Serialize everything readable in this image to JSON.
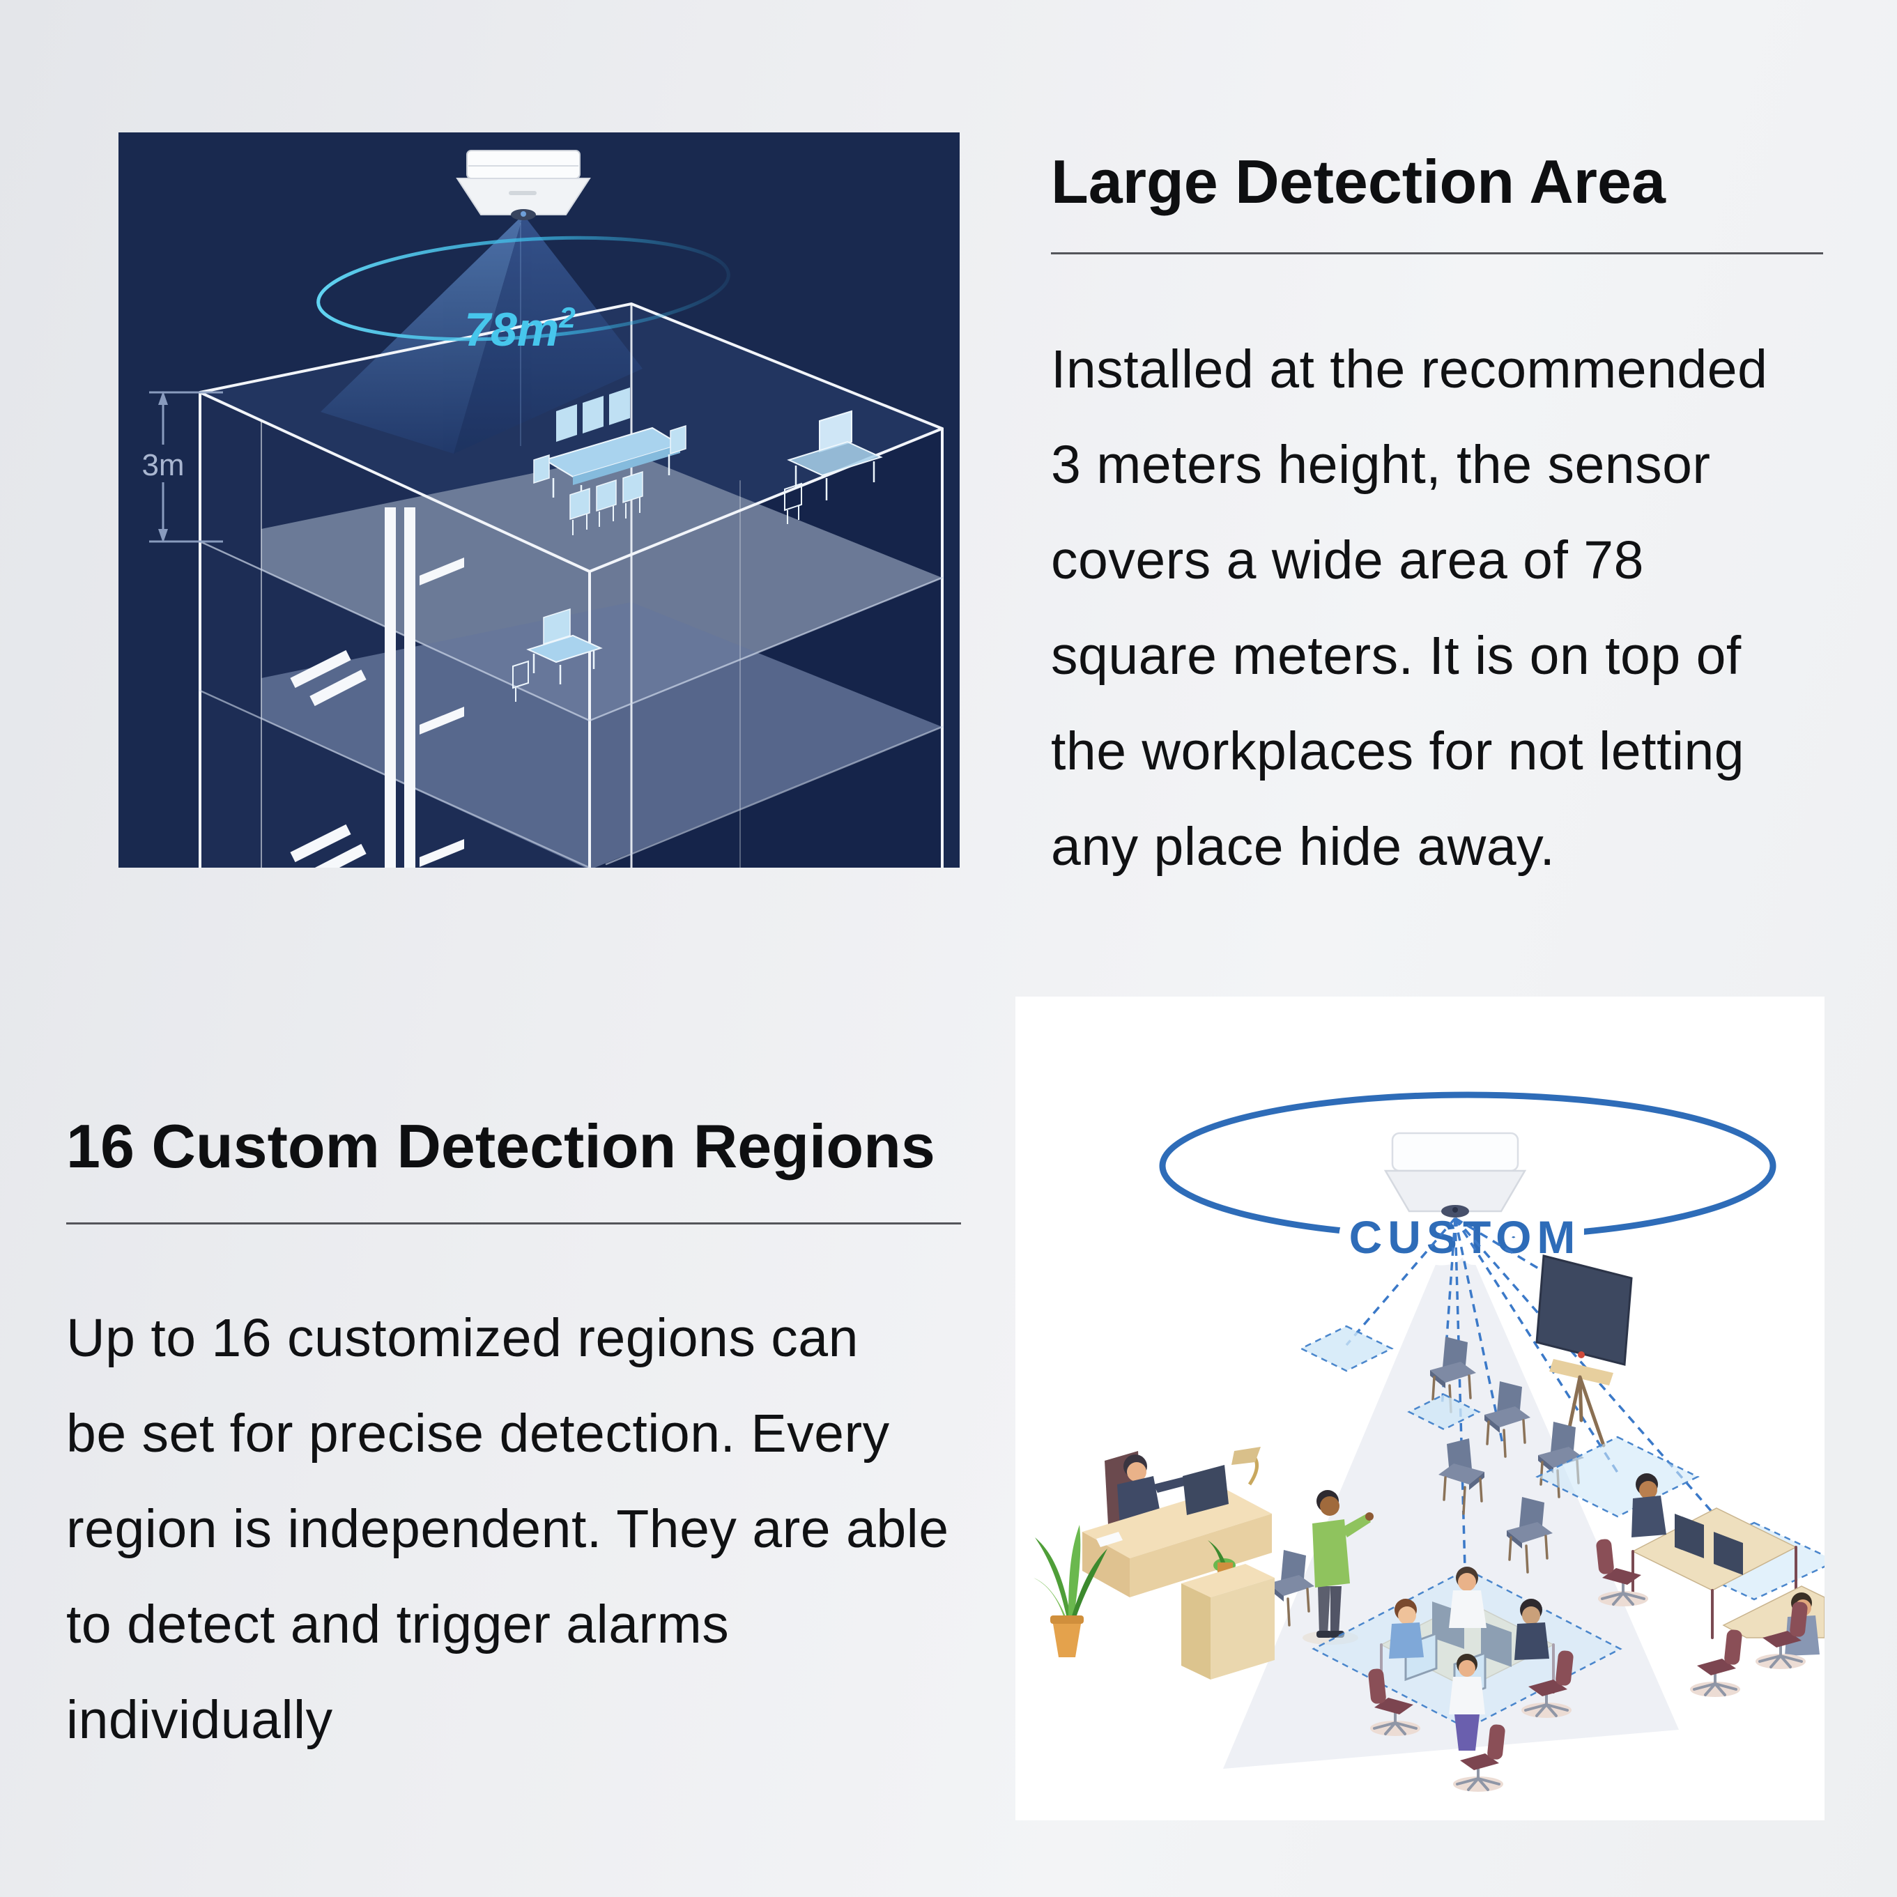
{
  "page": {
    "background_left": "#e4e6ea",
    "background_right": "#f3f4f6"
  },
  "sections": {
    "top": {
      "heading": "Large Detection Area",
      "lines": [
        "Installed at the recommended",
        "3 meters height, the sensor",
        "covers a wide area of 78",
        "square meters. It is on top of",
        "the workplaces for not letting",
        "any place hide away."
      ],
      "illustration": {
        "area_value": "78m",
        "area_sup": "2",
        "height_label": "3m"
      }
    },
    "bottom": {
      "heading": "16 Custom Detection Regions",
      "lines": [
        "Up to 16 customized regions can",
        "be set for precise detection. Every",
        "region is independent. They are able",
        "to detect and trigger alarms",
        "individually"
      ],
      "illustration": {
        "custom_label": "CUSTOM"
      }
    }
  },
  "colors": {
    "panel_navy": "#19294f",
    "accent_cyan": "#47c6ec",
    "accent_blue": "#2e6cb8",
    "rule_gray": "#54555a"
  }
}
